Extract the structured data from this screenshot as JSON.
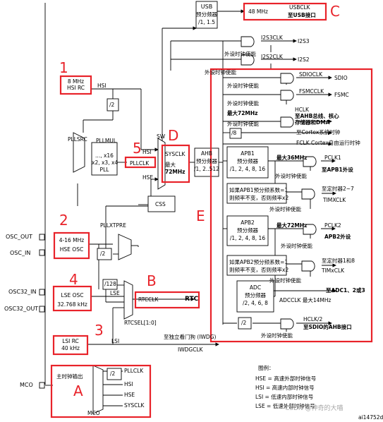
{
  "markers": {
    "a": "A",
    "b": "B",
    "c": "C",
    "d": "D",
    "e": "E",
    "n1": "1",
    "n2": "2",
    "n3": "3",
    "n4": "4",
    "n5": "5"
  },
  "usb": {
    "block_line1": "USB",
    "block_line2": "预分频器",
    "block_line3": "/1, 1.5",
    "freq": "48 MHz",
    "clk": "USBCLK",
    "dest": "至USB接口"
  },
  "oscillators": {
    "hsi_line1": "8 MHz",
    "hsi_line2": "HSI RC",
    "hse_line1": "4-16 MHz",
    "hse_line2": "HSE OSC",
    "lse_line1": "LSE OSC",
    "lse_line2": "32.768 kHz",
    "lsi_line1": "LSI RC",
    "lsi_line2": "40 kHz"
  },
  "pins": {
    "osc_out": "OSC_OUT",
    "osc_in": "OSC_IN",
    "osc32_in": "OSC32_IN",
    "osc32_out": "OSC32_OUT",
    "mco": "MCO"
  },
  "signals": {
    "hsi": "HSI",
    "hse": "HSE",
    "lse": "LSE",
    "lsi": "LSI",
    "div2": "/2",
    "div128": "/128",
    "pllsrc": "PLLSRC",
    "pllmul": "PLLMUL",
    "pll_line1": "..., x16",
    "pll_line2": "x2, x3, x4",
    "pll_line3": "PLL",
    "pllxtpre": "PLLXTPRE",
    "pllclk": "PLLCLK",
    "sw": "SW",
    "sysclk": "SYSCLK",
    "sysclk_max": "最大",
    "sysclk_max_val": "72MHz",
    "css": "CSS",
    "rtcclk": "RTCCLK",
    "rtc": "RTC",
    "rtcsel": "RTCSEL[1:0]",
    "iwdg_text": "至独立看门狗 (IWDG)",
    "iwdgclk": "IWDGCLK"
  },
  "i2s": {
    "i2s3clk": "I2S3CLK",
    "i2s3": "I2S3",
    "i2s2clk": "I2S2CLK",
    "i2s2": "I2S2",
    "enable": "外设时钟使能"
  },
  "ahb": {
    "line1": "AHB",
    "line2": "预分频器",
    "line3": "/1, 2..512"
  },
  "bus": {
    "sdioclk": "SDIOCLK",
    "sdio": "SDIO",
    "fsmcclk": "FSMCCLK",
    "fsmc": "FSMC",
    "hclk_max": "最大72MHz",
    "hclk": "HCLK",
    "hclk_dest1": "至AHB总线、核心",
    "hclk_dest2": "存储器和DMA",
    "div8": "/8",
    "cortex": "至Cortex系统时钟",
    "fclk": "FCLK Cortex自由运行时钟",
    "apb1_line1": "APB1",
    "apb1_line2": "预分频器",
    "apb1_line3": "/1, 2, 4, 8, 16",
    "apb1_max": "最大36MHz",
    "pclk1": "PCLK1",
    "apb1_dest": "至APB1外设",
    "tim_note1_line1": "如果APB1预分频系数=1",
    "tim_note1_line2": "则频率不变，否则频率x2",
    "tim27": "至定时器2~7",
    "timxclk": "TIMXCLK",
    "apb2_line1": "APB2",
    "apb2_line2": "预分频器",
    "apb2_line3": "/1, 2, 4, 8, 16",
    "apb2_max": "最大72MHz",
    "pclk2": "PCLK2",
    "apb2_dest": "APB2外设",
    "tim_note2_line1": "如果APB2预分频系数=1",
    "tim_note2_line2": "则频率不变，否则频率x2",
    "tim18": "至定时器1和8",
    "tim1xclk": "TIMxCLK",
    "adc_line1": "ADC",
    "adc_line2": "预分频器",
    "adc_line3": "/2, 4, 6, 8",
    "adc_dest": "至ADC1、2或3",
    "adcclk": "ADCCLK 最大14MHz",
    "div2b": "/2",
    "hclk2": "HCLK/2",
    "sdio_ahb": "至SDIO的AHB接口",
    "enable": "外设时钟使能"
  },
  "mco": {
    "main_out": "主时钟输出",
    "div2": "/2",
    "pllclk": "PLLCLK",
    "hsi": "HSI",
    "hse": "HSE",
    "sysclk": "SYSCLK",
    "mco_label": "MCO"
  },
  "legend": {
    "title": "图例：",
    "hse": "HSE = 高速外部时钟信号",
    "hsi": "HSI = 高速内部时钟信号",
    "lsi": "LSI = 低速内部时钟信号",
    "lse": "LSE = 低速外部时钟信号"
  },
  "watermark": "CSDN @神奇的大喵",
  "figure_id": "ai14752d",
  "colors": {
    "annotation": "#e8232a",
    "line": "#000000"
  }
}
